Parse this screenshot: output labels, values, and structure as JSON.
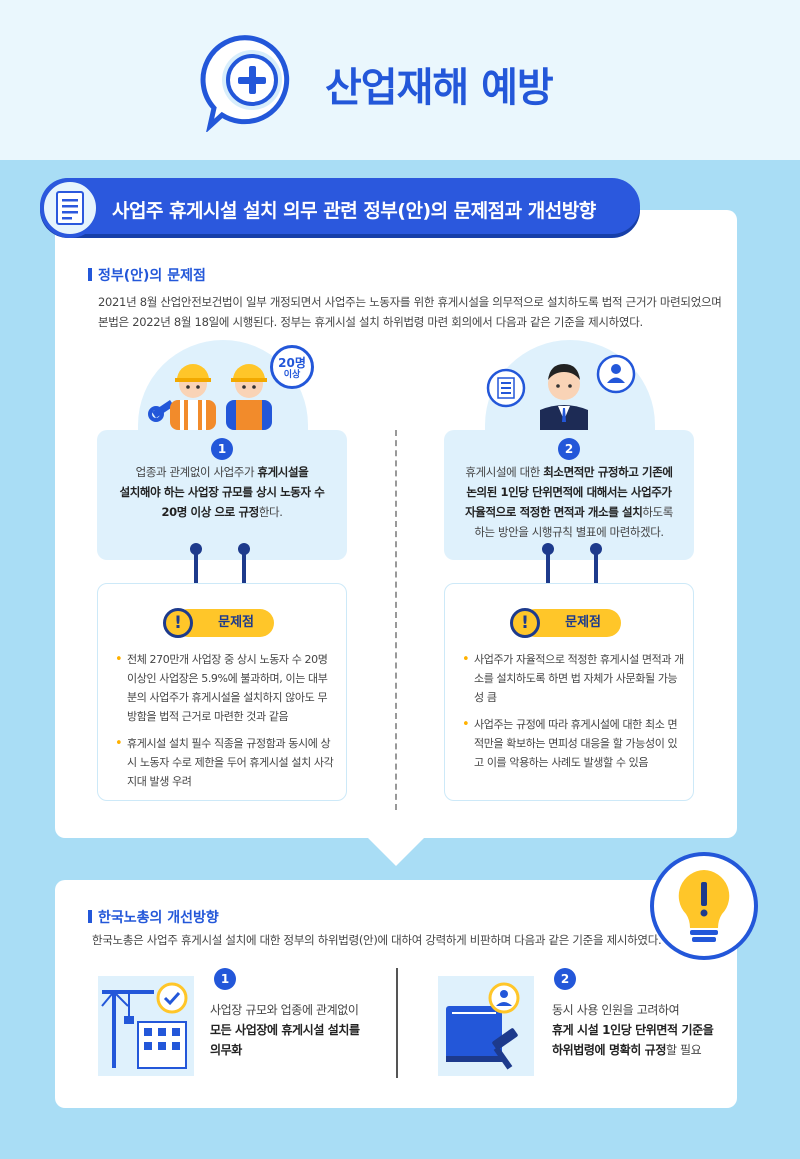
{
  "header": {
    "title": "산업재해 예방",
    "icon": "plus-chat-icon"
  },
  "banner": {
    "title": "사업주 휴게시설 설치 의무 관련 정부(안)의 문제점과 개선방향",
    "icon": "document-icon"
  },
  "problems_section": {
    "heading": "정부(안)의 문제점",
    "intro_line1": "2021년 8월 산업안전보건법이 일부 개정되면서 사업주는 노동자를 위한 휴게시설을 의무적으로 설치하도록 법적 근거가 마련되었으며",
    "intro_line2": "본법은 2022년 8월 18일에 시행된다. 정부는 휴게시설 설치 하위법령 마련 회의에서 다음과 같은 기준을 제시하였다.",
    "items": [
      {
        "number": "1",
        "badge_text": "20명 이상",
        "badge_line1": "20명",
        "badge_line2": "이상",
        "desc_p1": "업종과 관계없이 사업주가 ",
        "desc_b1": "휴게시설을",
        "desc_b2": "설치해야 하는 사업장 규모를 상시 노동자 수",
        "desc_b3": "20명 이상 으로 규정",
        "desc_p2": "한다.",
        "issue_label": "문제점",
        "issues": [
          "전체 270만개 사업장 중 상시 노동자 수 20명 이상인 사업장은 5.9%에 불과하며, 이는 대부분의 사업주가 휴게시설을 설치하지 않아도 무방함을 법적 근거로 마련한 것과 같음",
          "휴게시설 설치 필수 직종을 규정함과 동시에 상시 노동자 수로 제한을 두어 휴게시설 설치 사각지대 발생 우려"
        ]
      },
      {
        "number": "2",
        "desc_p1": "휴게시설에 대한 ",
        "desc_b1": "최소면적만 규정하고 기존에",
        "desc_b2": "논의된 1인당 단위면적에 대해서는 사업주가",
        "desc_b3": "자율적으로 적정한 면적과 개소를 설치",
        "desc_p2": "하도록",
        "desc_p3": "하는 방안을 시행규칙 별표에 마련하겠다.",
        "issue_label": "문제점",
        "issues": [
          "사업주가 자율적으로 적정한 휴게시설 면적과 개소를 설치하도록 하면 법 자체가 사문화될 가능성 큼",
          "사업주는 규정에 따라 휴게시설에 대한 최소 면적만을 확보하는 면피성 대응을 할 가능성이 있고 이를 악용하는 사례도 발생할 수 있음"
        ]
      }
    ]
  },
  "improvement_section": {
    "heading": "한국노총의 개선방향",
    "intro": "한국노총은 사업주 휴게시설 설치에 대한 정부의 하위법령(안)에 대하여 강력하게 비판하며 다음과 같은 기준을 제시하였다.",
    "items": [
      {
        "number": "1",
        "line1": "사업장 규모와 업종에 관계없이",
        "bold2": "모든 사업장에 휴게시설 설치를",
        "bold3": "의무화"
      },
      {
        "number": "2",
        "line1": "동시 사용 인원을 고려하여",
        "bold2": "휴게 시설 1인당 단위면적 기준을",
        "bold3": "하위법령에 명확히 규정",
        "tail3": "할 필요"
      }
    ]
  },
  "colors": {
    "primary": "#2357d9",
    "navy": "#1d3a8c",
    "yellow": "#ffc629",
    "sky_bg": "#a9ddf5",
    "light_bg": "#dff1fc"
  }
}
